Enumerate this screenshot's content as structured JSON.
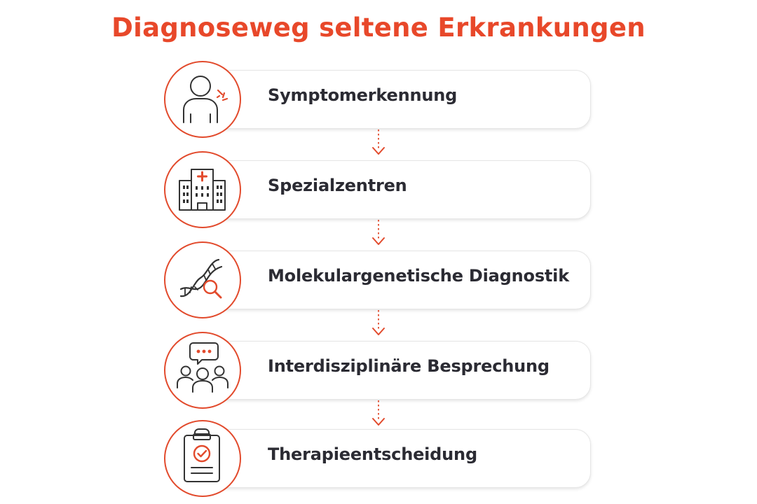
{
  "title": "Diagnoseweg seltene Erkrankungen",
  "colors": {
    "accent": "#e24a2c",
    "title": "#e8482a",
    "icon_line": "#333333",
    "text": "#2b2b33",
    "card_border": "#e6e6e6"
  },
  "steps": [
    {
      "label": "Symptomerkennung",
      "icon": "person-with-pain-icon"
    },
    {
      "label": "Spezialzentren",
      "icon": "hospital-building-icon"
    },
    {
      "label": "Molekulargenetische Diagnostik",
      "icon": "dna-magnifier-icon"
    },
    {
      "label": "Interdisziplinäre Besprechung",
      "icon": "team-discussion-icon"
    },
    {
      "label": "Therapieentscheidung",
      "icon": "clipboard-check-icon"
    }
  ]
}
